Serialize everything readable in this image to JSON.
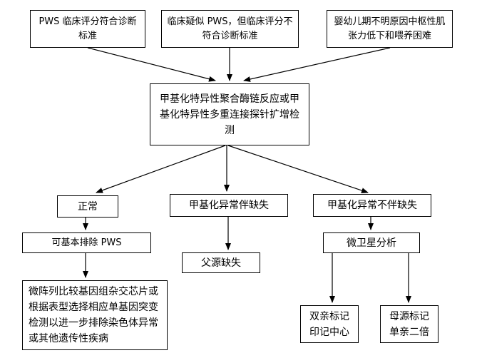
{
  "boxes": {
    "pws_criteria": "PWS 临床评分符合诊断标准",
    "suspected_pws": "临床疑似 PWS，但临床评分不符合诊断标准",
    "infant_hypotonia": "婴幼儿期不明原因中枢性肌张力低下和喂养困难",
    "methylation_test": "甲基化特异性聚合酶链反应或甲基化特异性多重连接探针扩增检测",
    "normal": "正常",
    "abnormal_with_deletion": "甲基化异常伴缺失",
    "abnormal_without_deletion": "甲基化异常不伴缺失",
    "exclude_pws": "可基本排除 PWS",
    "paternal_deletion": "父源缺失",
    "microsatellite": "微卫星分析",
    "further_tests": "微阵列比较基因组杂交芯片或根据表型选择相应单基因突变检测以进一步排除染色体异常或其他遗传性疾病",
    "biparental_marker": "双亲标记印记中心",
    "maternal_marker": "母源标记单亲二倍"
  }
}
